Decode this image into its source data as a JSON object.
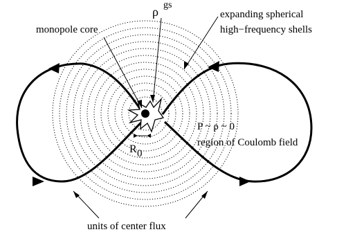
{
  "labels": {
    "rho": "ρ",
    "gs": "gs",
    "shells_line1": "expanding spherical",
    "shells_line2": "high−frequency shells",
    "core": "monopole core",
    "pressure": "P ~ ρ ~ 0",
    "coulomb": "region of Coulomb field",
    "radius": "R",
    "radius_sub": "0",
    "flux": "units of center flux"
  },
  "colors": {
    "ink": "#000000",
    "background": "#ffffff"
  }
}
